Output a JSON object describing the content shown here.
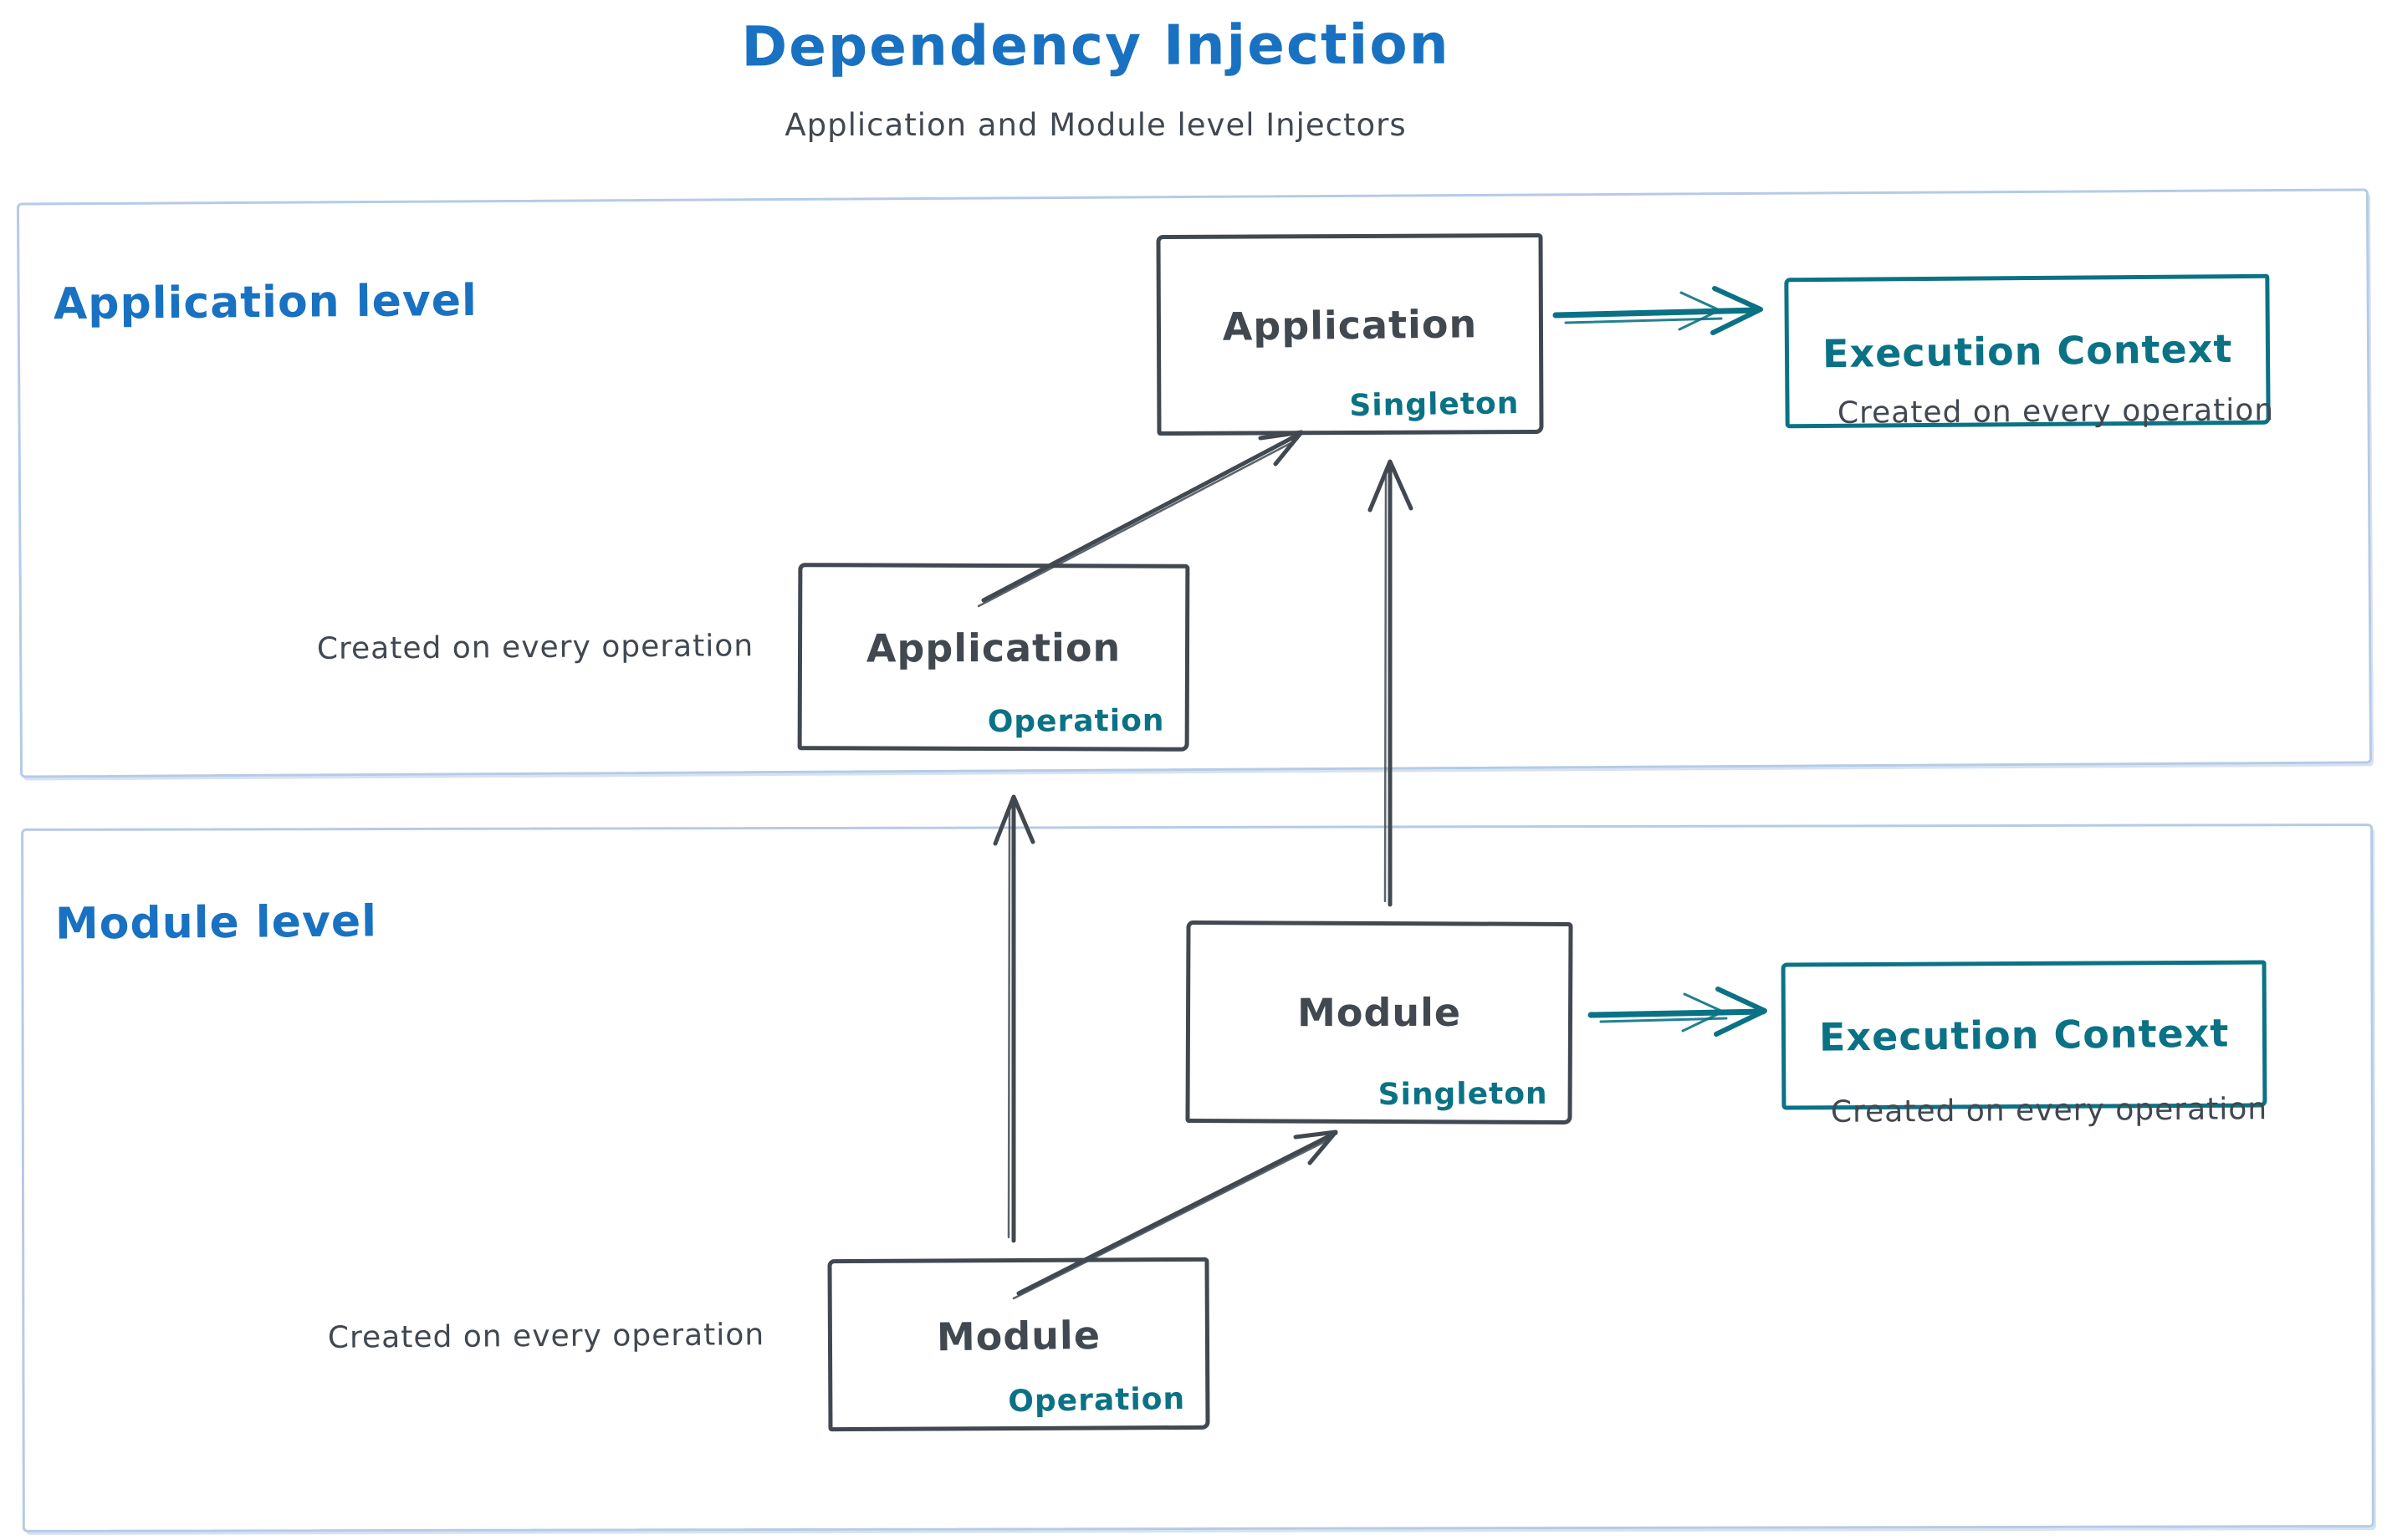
{
  "title": "Dependency Injection",
  "subtitle": "Application and Module level Injectors",
  "colors": {
    "title_blue": "#1971c2",
    "teal": "#0b7285",
    "ink": "#414850",
    "frame_blue": "#b4cbe6",
    "background": "#ffffff"
  },
  "sections": [
    {
      "id": "application",
      "label": "Application level"
    },
    {
      "id": "module",
      "label": "Module level"
    }
  ],
  "nodes": {
    "application_singleton": {
      "name": "Application",
      "scope": "Singleton"
    },
    "application_operation": {
      "name": "Application",
      "scope": "Operation"
    },
    "module_singleton": {
      "name": "Module",
      "scope": "Singleton"
    },
    "module_operation": {
      "name": "Module",
      "scope": "Operation"
    },
    "application_execution_context": {
      "name": "Execution Context"
    },
    "module_execution_context": {
      "name": "Execution Context"
    }
  },
  "captions": {
    "application_execution_context": "Created on every operation",
    "application_operation": "Created on every operation",
    "module_execution_context": "Created on every operation",
    "module_operation": "Created on every operation"
  }
}
